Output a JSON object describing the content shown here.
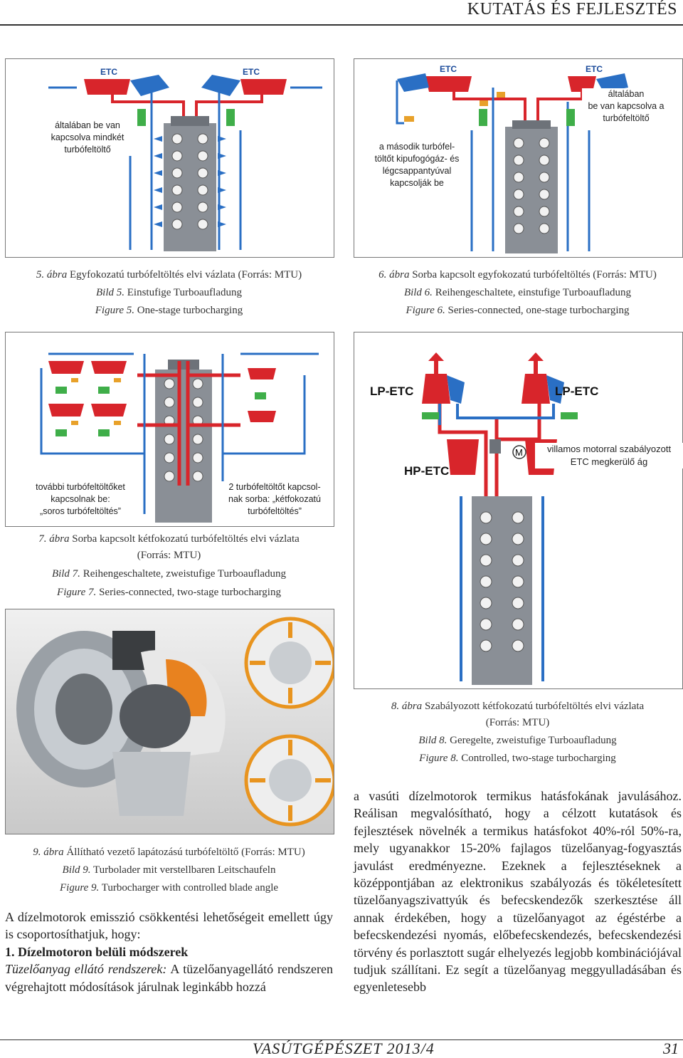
{
  "header": {
    "title": "KUTATÁS ÉS FEJLESZTÉS"
  },
  "fig5": {
    "etc_left": "ETC",
    "etc_right": "ETC",
    "note": [
      "általában be van",
      "kapcsolva mindkét",
      "turbófeltöltő"
    ],
    "cap_hu_num": "5. ábra",
    "cap_hu": " Egyfokozatú turbófeltöltés elvi vázlata (Forrás: MTU)",
    "cap_de_num": "Bild 5.",
    "cap_de": " Einstufige Turboaufladung",
    "cap_en_num": "Figure 5.",
    "cap_en": " One-stage turbocharging"
  },
  "fig6": {
    "etc_left": "ETC",
    "etc_right": "ETC",
    "note_left": [
      "a második turbófel-",
      "töltőt kipufogógáz- és",
      "légcsappantyúval",
      "kapcsolják be"
    ],
    "note_right": [
      "általában",
      "be van kapcsolva a",
      "turbófeltöltő"
    ],
    "cap_hu_num": "6. ábra",
    "cap_hu": " Sorba kapcsolt egyfokozatú turbófeltöltés (Forrás: MTU)",
    "cap_de_num": "Bild 6.",
    "cap_de": " Reihengeschaltete, einstufige Turboaufladung",
    "cap_en_num": "Figure 6.",
    "cap_en": " Series-connected, one-stage turbocharging"
  },
  "fig7": {
    "note_left": [
      "további turbófeltöltőket",
      "kapcsolnak be:",
      "„soros turbófeltöltés”"
    ],
    "note_right": [
      "2 turbófeltöltőt kapcsol-",
      "nak sorba: „kétfokozatú",
      "turbófeltöltés”"
    ],
    "cap_hu_num": "7. ábra",
    "cap_hu": " Sorba kapcsolt kétfokozatú turbófeltöltés elvi vázlata",
    "cap_hu2": "(Forrás: MTU)",
    "cap_de_num": "Bild 7.",
    "cap_de": " Reihengeschaltete, zweistufige Turboaufladung",
    "cap_en_num": "Figure 7.",
    "cap_en": " Series-connected, two-stage turbocharging"
  },
  "fig8": {
    "lp_left": "LP-ETC",
    "lp_right": "LP-ETC",
    "hp": "HP-ETC",
    "motor": "M",
    "note": [
      "villamos motorral szabályozott",
      "ETC megkerülő ág"
    ],
    "cap_hu_num": "8. ábra",
    "cap_hu": " Szabályozott kétfokozatú turbófeltöltés elvi vázlata",
    "cap_hu2": "(Forrás: MTU)",
    "cap_de_num": "Bild 8.",
    "cap_de": " Geregelte, zweistufige Turboaufladung",
    "cap_en_num": "Figure 8.",
    "cap_en": " Controlled, two-stage turbocharging"
  },
  "fig9": {
    "cap_hu_num": "9. ábra",
    "cap_hu": " Állítható vezető lapátozású turbófeltöltő (Forrás: MTU)",
    "cap_de_num": "Bild 9.",
    "cap_de": " Turbolader mit verstellbaren Leitschaufeln",
    "cap_en_num": "Figure 9.",
    "cap_en": " Turbocharger with controlled blade angle"
  },
  "body_left": {
    "p1": "A dízelmotorok emisszió csökkentési lehetőségeit emellett úgy is csoportosíthatjuk, hogy:",
    "heading": "1.  Dízelmotoron belüli módszerek",
    "italic_lead": "Tüzelőanyag ellátó rendszerek:",
    "p2": " A tüzelőanyagellátó rendszeren végrehajtott módosítások járulnak leginkább hozzá"
  },
  "body_right": {
    "text": "a vasúti dízelmotorok termikus hatásfokának javulásához. Reálisan megvalósítható, hogy a célzott kutatások és fejlesztések növelnék a termikus hatásfokot 40%-ról 50%-ra, mely ugyanakkor 15-20% fajlagos tüzelőanyag-fogyasztás javulást eredményezne. Ezeknek a fejlesztéseknek a középpontjában az elektronikus szabályozás és tökéletesített tüzelőanyagszivattyúk és befecskendezők szerkesztése áll annak érdekében, hogy a tüzelőanyagot az égéstérbe a befecskendezési nyomás, előbefecskendezés, befecskendezési törvény és porlasztott sugár elhelyezés legjobb kombinációjával tudjuk szállítani. Ez segít a tüzelőanyag meggyulladásában és egyenletesebb"
  },
  "footer": {
    "journal": "VASÚTGÉPÉSZET 2013/4",
    "page": "31"
  },
  "colors": {
    "red": "#d8252b",
    "blue": "#2a6fc4",
    "green": "#3fae49",
    "engine": "#8a8f96"
  }
}
